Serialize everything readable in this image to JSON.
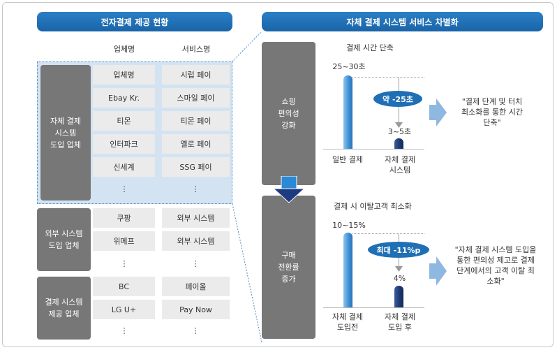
{
  "left": {
    "title": "전자결제 제공 현황",
    "col_headers": [
      "업체명",
      "서비스명"
    ],
    "groups": [
      {
        "label": [
          "자체 결제",
          "시스템",
          "도입 업체"
        ],
        "rows": [
          [
            "업체명",
            "시럽 페이"
          ],
          [
            "Ebay Kr.",
            "스마일 페이"
          ],
          [
            "티몬",
            "티몬 페이"
          ],
          [
            "인터파크",
            "옐로 페이"
          ],
          [
            "신세계",
            "SSG 페이"
          ]
        ]
      },
      {
        "label": [
          "외부 시스템",
          "도입 업체"
        ],
        "rows": [
          [
            "쿠팡",
            "외부 시스템"
          ],
          [
            "위메프",
            "외부 시스템"
          ]
        ]
      },
      {
        "label": [
          "결제 시스템",
          "제공 업체"
        ],
        "rows": [
          [
            "BC",
            "페이올"
          ],
          [
            "LG U+",
            "Pay Now"
          ]
        ]
      }
    ],
    "ellipsis": "⋮"
  },
  "right": {
    "title": "자체 결제 시스템 서비스 차별화",
    "sections": [
      {
        "label": [
          "쇼핑",
          "편의성",
          "강화"
        ],
        "chart_title": "결제 시간 단축",
        "bar1_value": "25~30초",
        "bar1_label": [
          "일반 결제"
        ],
        "bar2_value": "3~5초",
        "bar2_label": [
          "자체 결제",
          "시스템"
        ],
        "diff": "약 -25초",
        "quote": [
          "\"결제 단계 및 터치",
          "최소화를 통한 시간",
          "단축\""
        ]
      },
      {
        "label": [
          "구매",
          "전환률",
          "증가"
        ],
        "chart_title": "결제 시 이탈고객 최소화",
        "bar1_value": "10~15%",
        "bar1_label": [
          "자체 결제",
          "도입전"
        ],
        "bar2_value": "4%",
        "bar2_label": [
          "자체 결제",
          "도입 후"
        ],
        "diff": "최대 -11%p",
        "quote": [
          "\"자체 결제 시스템 도입을",
          "통한 편의성 제고로 결제",
          "단계에서의 고객 이탈 최",
          "소화\""
        ]
      }
    ]
  },
  "colors": {
    "header": "#1f6fb5",
    "label_box": "#777777",
    "highlight": "#d4e3f2",
    "arrow": "#8fb8e0"
  }
}
